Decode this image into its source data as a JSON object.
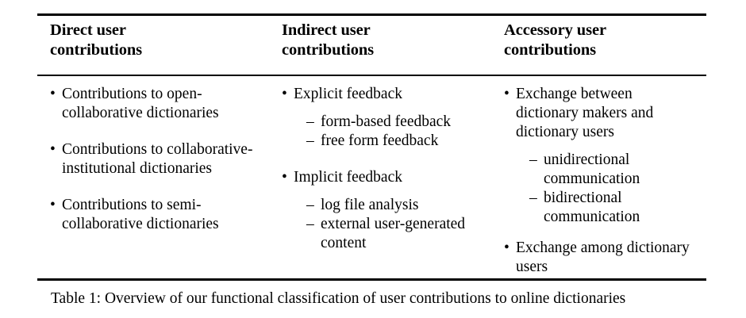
{
  "table": {
    "caption": "Table 1: Overview of our functional classification of user contributions to online dictionaries",
    "bullet_glyph": "•",
    "dash_glyph": "–",
    "rule_color": "#000000",
    "columns": [
      {
        "header_line1": "Direct user",
        "header_line2": "contributions",
        "items": [
          {
            "text": "Contributions to open-collaborative dictionaries",
            "subitems": []
          },
          {
            "text": "Contributions to collaborative-institutional dictionaries",
            "subitems": []
          },
          {
            "text": "Contributions to semi-collaborative dictionaries",
            "subitems": []
          }
        ]
      },
      {
        "header_line1": "Indirect user",
        "header_line2": "contributions",
        "items": [
          {
            "text": "Explicit feedback",
            "subitems": [
              "form-based feedback",
              "free form feedback"
            ]
          },
          {
            "text": "Implicit feedback",
            "subitems": [
              "log file analysis",
              "external user-generated content"
            ]
          }
        ]
      },
      {
        "header_line1": "Accessory user",
        "header_line2": "contributions",
        "items": [
          {
            "text": "Exchange between dictionary makers and dictionary users",
            "subitems": [
              "unidirectional communication",
              "bidirectional communication"
            ]
          },
          {
            "text": "Exchange among dictionary users",
            "subitems": []
          }
        ]
      }
    ]
  }
}
